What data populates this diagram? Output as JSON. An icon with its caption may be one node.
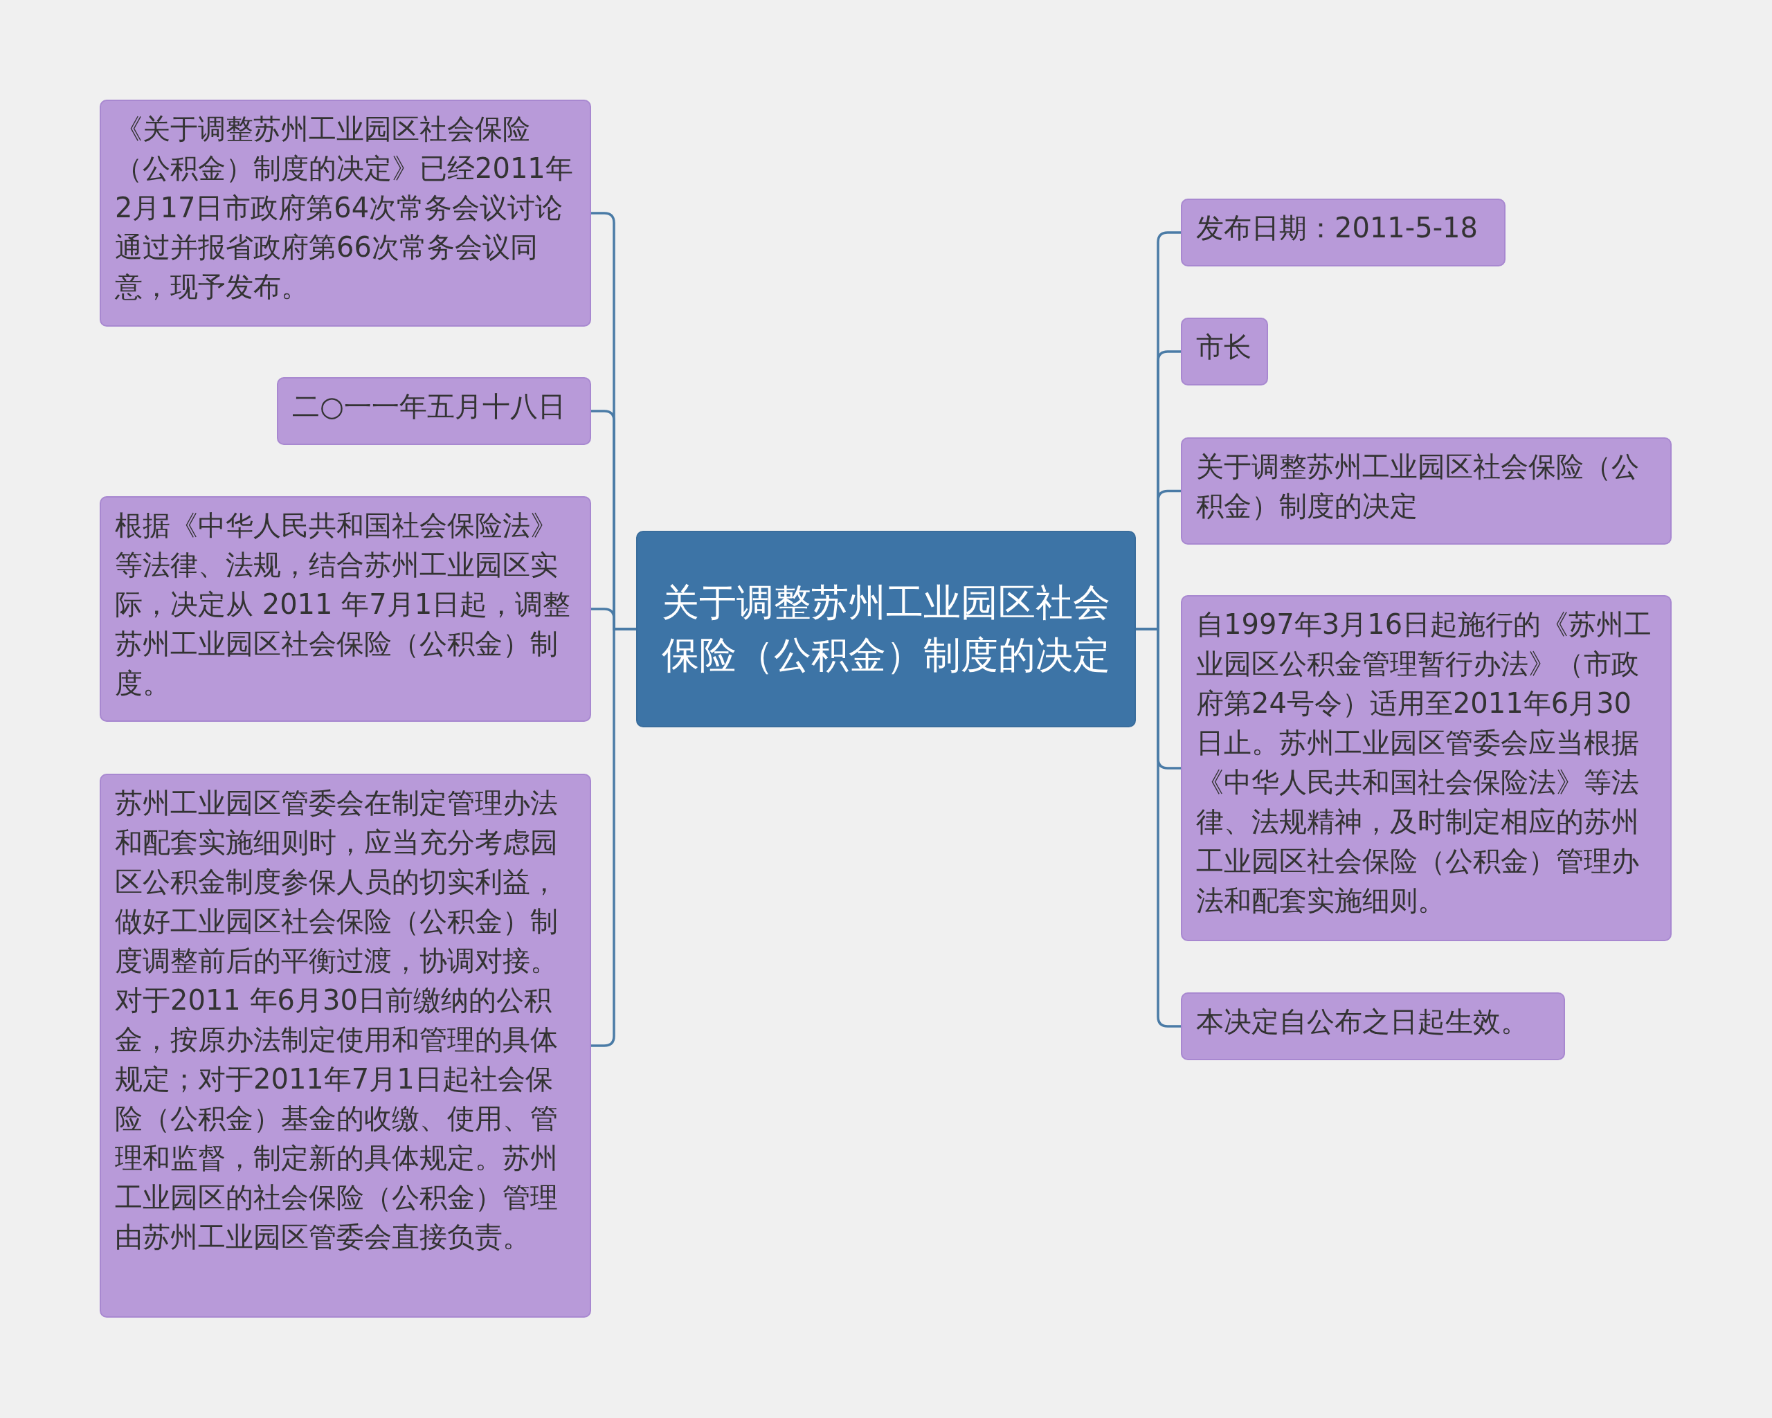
{
  "diagram": {
    "nodes": [
      {
        "text": [
          "关于调整苏州工业园区社会保险（公积金）制度的决定"
        ]
      },
      {
        "text": [
          "《关于调整苏州工业园区社会保险（公积金）制度的决定》已经2011年2月17日市政府第64次常务会议讨论通过并报省政府第66次常务会议同意，现予发布。"
        ]
      },
      {
        "text": [
          "二○一一年五月十八日"
        ]
      },
      {
        "text": [
          "根据《中华人民共和国社会保险法》等法律、法规，结合苏州工业园区实际，决定从 2011 年7月1日起，调整苏州工业园区社会保险（公积金）制度。"
        ]
      },
      {
        "text": [
          "苏州工业园区管委会在制定管理办法和配套实施细则时，应当充分考虑园区公积金制度参保人员的切实利益，做好工业园区社会保险（公积金）制度调整前后的平衡过渡，协调对接。对于2011 年6月30日前缴纳的公积金，按原办法制定使用和管理的具体规定；对于2011年7月1日起社会保险（公积金）基金的收缴、使用、管理和监督，制定新的具体规定。苏州工业园区的社会保险（公积金）管理由苏州工业园区管委会直接负责。"
        ]
      },
      {
        "text": [
          "发布日期：2011-5-18"
        ]
      },
      {
        "text": [
          "市长"
        ]
      },
      {
        "text": [
          "关于调整苏州工业园区社会保险（公积金）制度的决定"
        ]
      },
      {
        "text": [
          "自1997年3月16日起施行的《苏州工业园区公积金管理暂行办法》（市政府第24号令）适用至2011年6月30日止。苏州工业园区管委会应当根据《中华人民共和国社会保险法》等法律、法规精神，及时制定相应的苏州工业园区社会保险（公积金）管理办法和配套实施细则。"
        ]
      },
      {
        "text": [
          "本决定自公布之日起生效。"
        ]
      }
    ],
    "edges": [
      {
        "from": 0,
        "to": 1,
        "arrow": "none"
      },
      {
        "from": 0,
        "to": 2,
        "arrow": "none"
      },
      {
        "from": 0,
        "to": 3,
        "arrow": "none"
      },
      {
        "from": 0,
        "to": 4,
        "arrow": "none"
      },
      {
        "from": 0,
        "to": 5,
        "arrow": "none"
      },
      {
        "from": 0,
        "to": 6,
        "arrow": "none"
      },
      {
        "from": 0,
        "to": 7,
        "arrow": "none"
      },
      {
        "from": 0,
        "to": 8,
        "arrow": "none"
      },
      {
        "from": 0,
        "to": 9,
        "arrow": "none"
      }
    ]
  }
}
